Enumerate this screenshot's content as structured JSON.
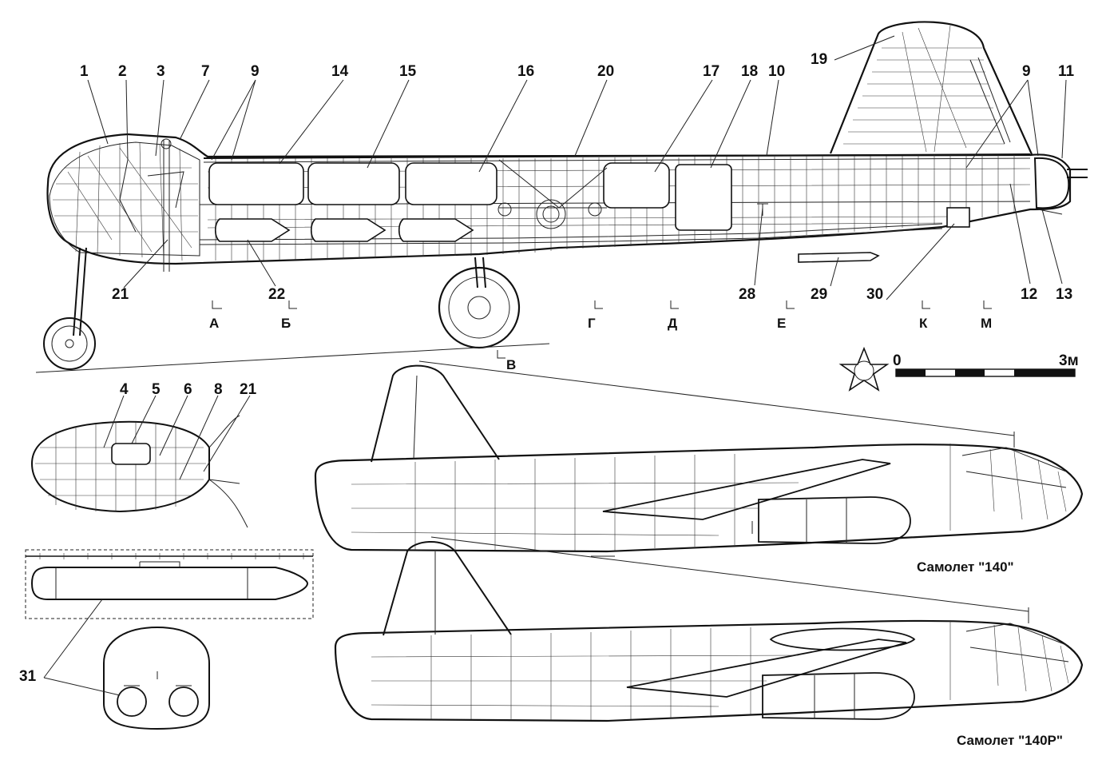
{
  "callouts": {
    "c1": "1",
    "c2": "2",
    "c3": "3",
    "c7": "7",
    "c9a": "9",
    "c14": "14",
    "c15": "15",
    "c16": "16",
    "c20": "20",
    "c17": "17",
    "c18": "18",
    "c10": "10",
    "c19": "19",
    "c9b": "9",
    "c11": "11",
    "c21a": "21",
    "c22": "22",
    "c28": "28",
    "c29": "29",
    "c30": "30",
    "c12": "12",
    "c13": "13",
    "c4": "4",
    "c5": "5",
    "c6": "6",
    "c8": "8",
    "c21b": "21",
    "c31": "31"
  },
  "sections": {
    "a": "А",
    "b": "Б",
    "v": "В",
    "g": "Г",
    "d": "Д",
    "e": "Е",
    "k": "К",
    "m": "М"
  },
  "scale": {
    "start": "0",
    "end": "3м"
  },
  "captions": {
    "plane140": "Самолет \"140\"",
    "plane140r": "Самолет \"140Р\""
  }
}
